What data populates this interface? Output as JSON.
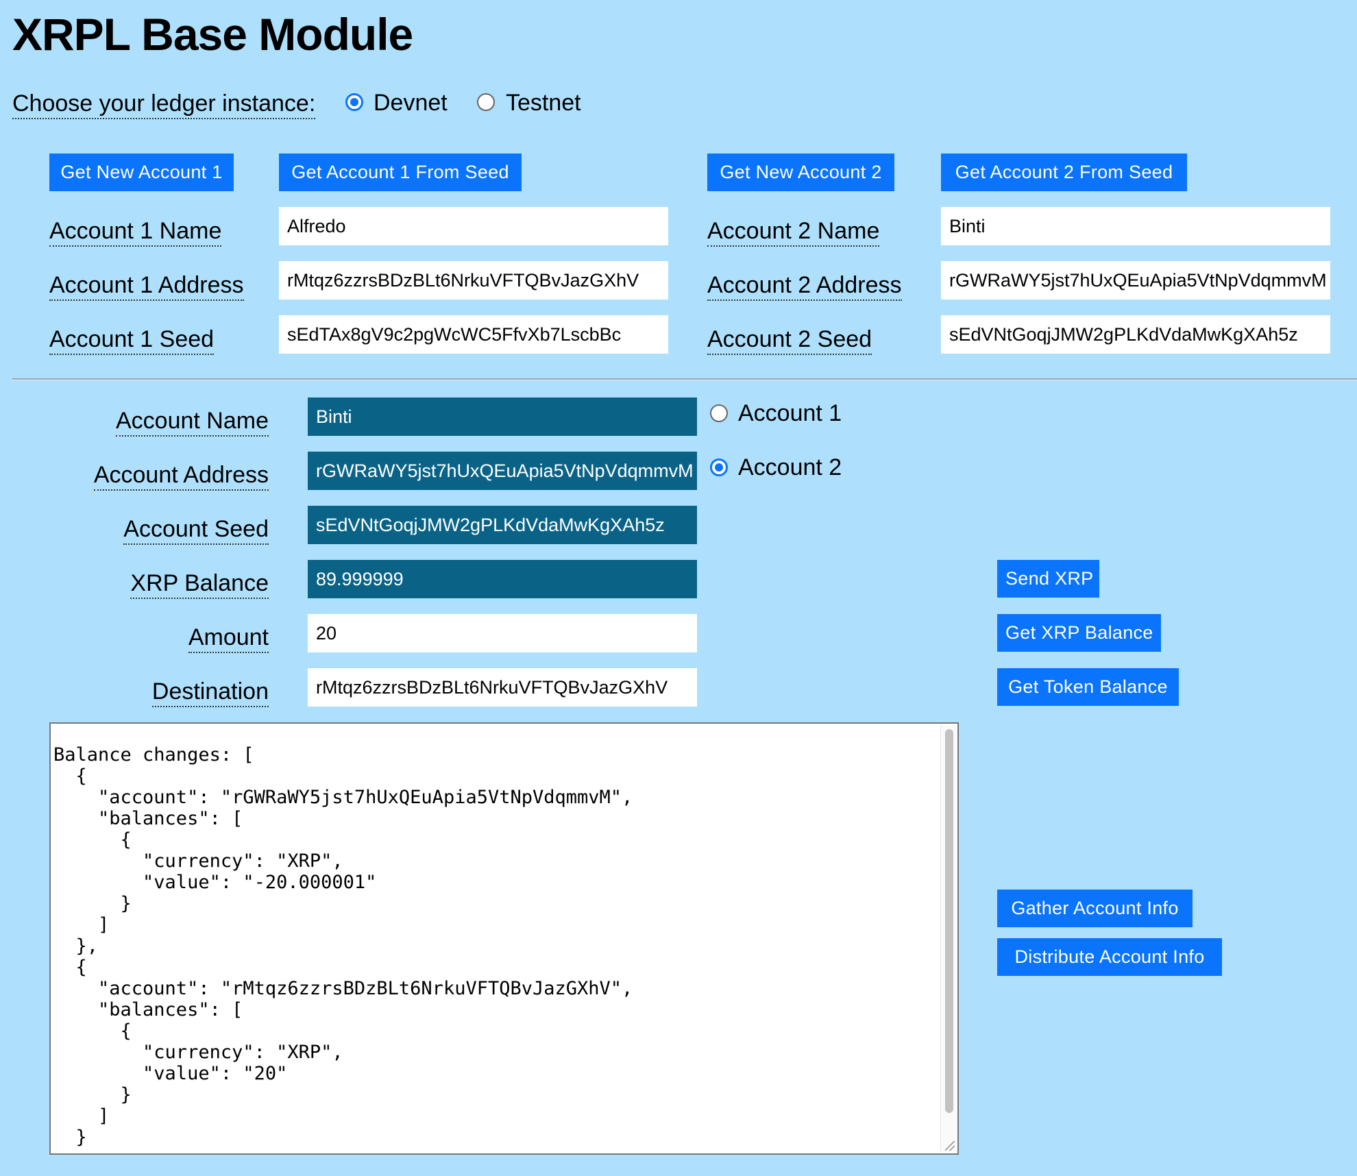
{
  "title": "XRPL Base Module",
  "ledger": {
    "label": "Choose your ledger instance:",
    "options": [
      "Devnet",
      "Testnet"
    ],
    "selected": "Devnet"
  },
  "accounts_setup": {
    "buttons": {
      "new_account_1": "Get New Account 1",
      "account_1_from_seed": "Get Account 1 From Seed",
      "new_account_2": "Get New Account 2",
      "account_2_from_seed": "Get Account 2 From Seed"
    },
    "account1": {
      "name_label": "Account 1 Name",
      "address_label": "Account 1 Address",
      "seed_label": "Account 1 Seed",
      "name": "Alfredo",
      "address": "rMtqz6zzrsBDzBLt6NrkuVFTQBvJazGXhV",
      "seed": "sEdTAx8gV9c2pgWcWC5FfvXb7LscbBc"
    },
    "account2": {
      "name_label": "Account 2 Name",
      "address_label": "Account 2 Address",
      "seed_label": "Account 2 Seed",
      "name": "Binti",
      "address": "rGWRaWY5jst7hUxQEuApia5VtNpVdqmmvM",
      "seed": "sEdVNtGoqjJMW2gPLKdVdaMwKgXAh5z"
    }
  },
  "active": {
    "labels": {
      "name": "Account Name",
      "address": "Account Address",
      "seed": "Account Seed",
      "balance": "XRP Balance",
      "amount": "Amount",
      "destination": "Destination"
    },
    "values": {
      "name": "Binti",
      "address": "rGWRaWY5jst7hUxQEuApia5VtNpVdqmmvM",
      "seed": "sEdVNtGoqjJMW2gPLKdVdaMwKgXAh5z",
      "balance": "89.999999",
      "amount": "20",
      "destination": "rMtqz6zzrsBDzBLt6NrkuVFTQBvJazGXhV"
    },
    "account_choice": {
      "options": [
        "Account 1",
        "Account 2"
      ],
      "selected": "Account 2"
    }
  },
  "actions": {
    "send_xrp": "Send XRP",
    "get_xrp_balance": "Get XRP Balance",
    "get_token_balance": "Get Token Balance",
    "gather_account_info": "Gather Account Info",
    "distribute_account_info": "Distribute Account Info"
  },
  "results": "Balance changes: [\n  {\n    \"account\": \"rGWRaWY5jst7hUxQEuApia5VtNpVdqmmvM\",\n    \"balances\": [\n      {\n        \"currency\": \"XRP\",\n        \"value\": \"-20.000001\"\n      }\n    ]\n  },\n  {\n    \"account\": \"rMtqz6zzrsBDzBLt6NrkuVFTQBvJazGXhV\",\n    \"balances\": [\n      {\n        \"currency\": \"XRP\",\n        \"value\": \"20\"\n      }\n    ]\n  }",
  "colors": {
    "page_bg": "#aee0fd",
    "button_bg": "#0a74fd",
    "dark_field_bg": "#0a6386"
  }
}
